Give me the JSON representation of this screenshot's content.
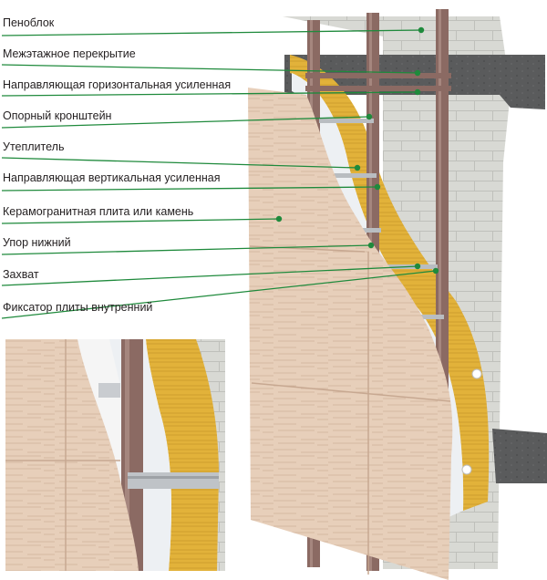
{
  "labels": [
    {
      "key": "penoblok",
      "text": "Пеноблок"
    },
    {
      "key": "mezhetazhnoe",
      "text": "Межэтажное перекрытие"
    },
    {
      "key": "napr_gor",
      "text": "Направляющая горизонтальная усиленная"
    },
    {
      "key": "opornyi",
      "text": "Опорный кронштейн"
    },
    {
      "key": "uteplitel",
      "text": "Утеплитель"
    },
    {
      "key": "napr_vert",
      "text": "Направляющая вертикальная усиленная"
    },
    {
      "key": "keramogranit",
      "text": "Керамогранитная плита или камень"
    },
    {
      "key": "upor",
      "text": "Упор нижний"
    },
    {
      "key": "zakhvat",
      "text": "Захват"
    },
    {
      "key": "fiksator",
      "text": "Фиксатор плиты внутренний"
    }
  ],
  "colors": {
    "leader_line": "#1f8a3c",
    "block_wall": "#d7d8d3",
    "tile": "#e6cdb8",
    "insulation": "#e3b43c",
    "membrane": "#eef0f2",
    "profile": "#8b6a63",
    "bracket": "#b8bcc0",
    "slab": "#58595a"
  }
}
